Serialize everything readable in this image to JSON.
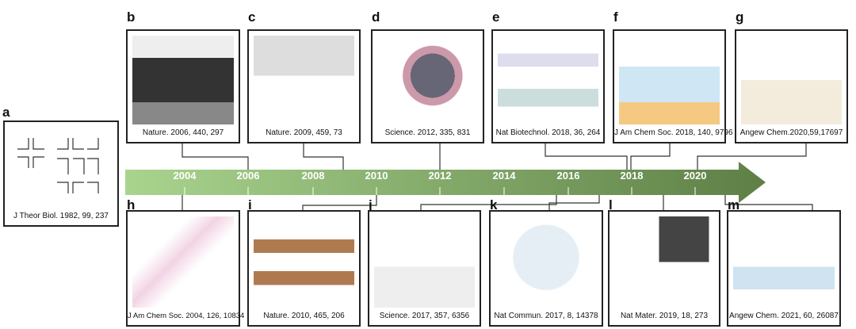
{
  "timeline": {
    "years": [
      "2004",
      "2006",
      "2008",
      "2010",
      "2012",
      "2014",
      "2016",
      "2018",
      "2020"
    ],
    "color_start": "#a9d48e",
    "color_end": "#5e7f46"
  },
  "panels": [
    {
      "letter": "a",
      "citation": "J Theor Biol. 1982, 99, 237"
    },
    {
      "letter": "b",
      "citation": "Nature. 2006, 440, 297"
    },
    {
      "letter": "c",
      "citation": "Nature. 2009, 459, 73"
    },
    {
      "letter": "d",
      "citation": "Science. 2012, 335, 831"
    },
    {
      "letter": "e",
      "citation": "Nat Biotechnol. 2018, 36, 264"
    },
    {
      "letter": "f",
      "citation": "J Am Chem Soc. 2018, 140, 9796"
    },
    {
      "letter": "g",
      "citation": "Angew Chem.2020,59,17697"
    },
    {
      "letter": "h",
      "citation": "J Am Chem Soc. 2004, 126, 10834"
    },
    {
      "letter": "i",
      "citation": "Nature. 2010, 465, 206"
    },
    {
      "letter": "j",
      "citation": "Science. 2017, 357, 6356"
    },
    {
      "letter": "k",
      "citation": "Nat Commun. 2017, 8, 14378"
    },
    {
      "letter": "l",
      "citation": "Nat Mater. 2019, 18, 273"
    },
    {
      "letter": "m",
      "citation": "Angew Chem. 2021, 60, 26087"
    }
  ]
}
